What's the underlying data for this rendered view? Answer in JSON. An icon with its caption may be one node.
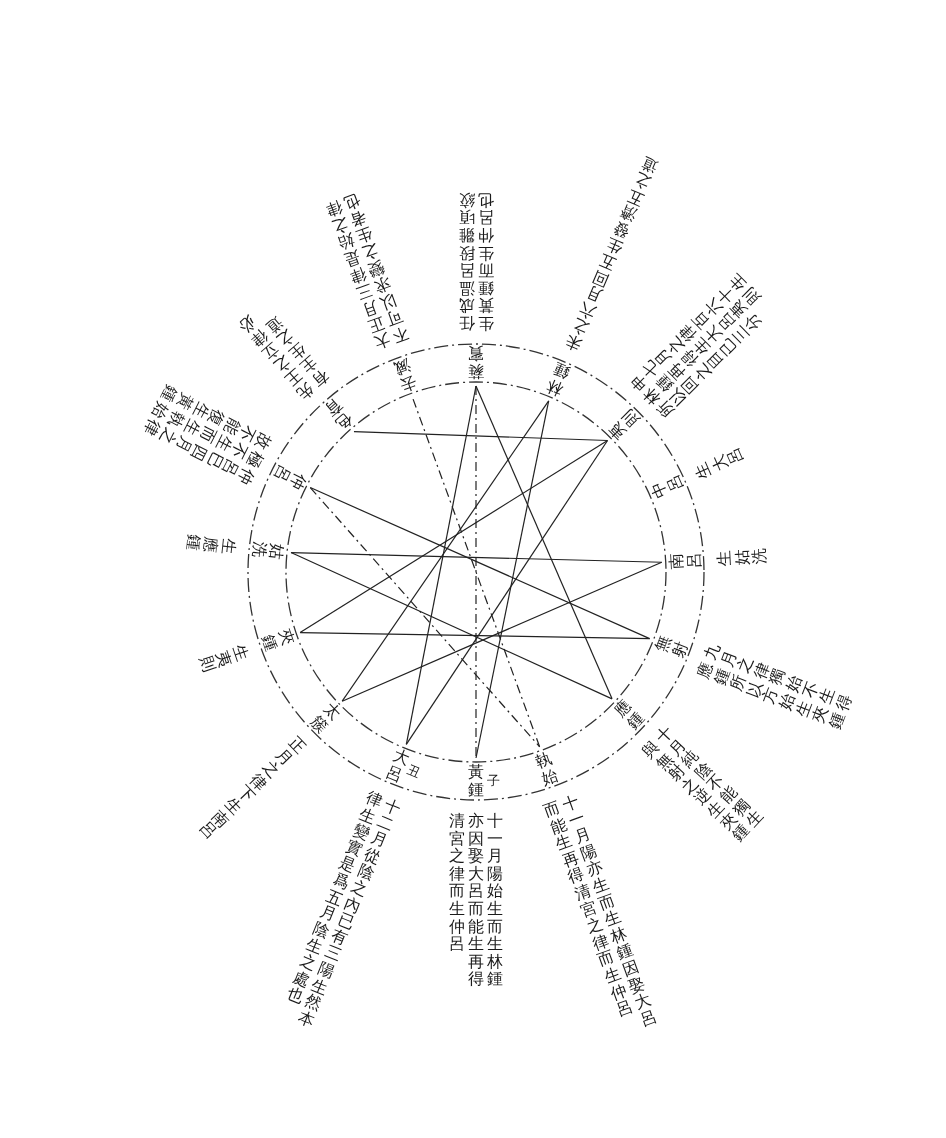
{
  "diagram": {
    "nodes": [
      {
        "text": [
          "蕤賓"
        ],
        "beside": [
          "任成温呂段雛頃絞生黃鍾而生仲呂也"
        ]
      },
      {
        "text": [
          "林鍾"
        ],
        "beside": [
          "未之六月回五生發濟五之道"
        ]
      },
      {
        "text": [
          "夷則"
        ],
        "beside": [
          "申七月之律百六十生林鍾再得生大呂夷則所以回之目已三分"
        ]
      },
      {
        "text": [
          "中呂"
        ],
        "beside": [
          "生大呂"
        ]
      },
      {
        "text": [
          "南呂"
        ],
        "beside": [
          "生姑洗"
        ]
      },
      {
        "text": [
          "無射"
        ],
        "beside": [
          "九月之律獨始不生得應鍾所以方始生夾鍾"
        ]
      },
      {
        "text": [
          "應鍾"
        ],
        "beside": [
          "十月純陰不能獨生與無射之逆生夾鍾"
        ]
      },
      {
        "text": [
          "執始"
        ],
        "beside": [
          "十一月陽亦生而生林鍾因娶大呂而能生再得清宮之律而生仲呂"
        ]
      },
      {
        "text": [
          "黃鍾"
        ],
        "beside": [
          "子",
          "十一月陽始生而生林鍾亦因娶大呂而能生再得清宮之律而生仲呂"
        ]
      },
      {
        "text": [
          "大呂"
        ],
        "beside": [
          "丑",
          "十二月從陰之內已有三陽生然本律生變實是爲五月陰生之處也"
        ]
      },
      {
        "text": [
          "太簇"
        ],
        "beside": [
          "正月之律下生南呂"
        ]
      },
      {
        "text": [
          "夾鍾"
        ],
        "beside": [
          "生夷則"
        ]
      },
      {
        "text": [
          "姑洗"
        ],
        "beside": [
          "生應鍾"
        ]
      },
      {
        "text": [
          "仲呂"
        ],
        "beside": [
          "仲呂巳四月之律極不生而生執始故不能復生黃鍾"
        ]
      },
      {
        "text": [
          "色育"
        ],
        "beside": [
          "先王之立律必有主生之道"
        ]
      },
      {
        "text": [
          "去滅"
        ],
        "beside": [
          "大正月三律是始之律不可以求變之生者也"
        ]
      }
    ],
    "edges": [
      {
        "from": 8,
        "to": 1,
        "arrow": "none"
      },
      {
        "from": 1,
        "to": 10,
        "arrow": "none"
      },
      {
        "from": 10,
        "to": 4,
        "arrow": "none"
      },
      {
        "from": 4,
        "to": 12,
        "arrow": "none"
      },
      {
        "from": 12,
        "to": 6,
        "arrow": "none"
      },
      {
        "from": 6,
        "to": 0,
        "arrow": "none"
      },
      {
        "from": 0,
        "to": 9,
        "arrow": "none"
      },
      {
        "from": 9,
        "to": 2,
        "arrow": "none"
      },
      {
        "from": 2,
        "to": 11,
        "arrow": "none"
      },
      {
        "from": 11,
        "to": 5,
        "arrow": "none"
      },
      {
        "from": 5,
        "to": 13,
        "arrow": "none"
      },
      {
        "from": 13,
        "to": 7,
        "arrow": "none",
        "style": "dashed"
      },
      {
        "from": 0,
        "to": 8,
        "arrow": "none",
        "style": "dashed"
      },
      {
        "from": 7,
        "to": 15,
        "arrow": "none",
        "style": "dashed"
      },
      {
        "from": 14,
        "to": 2,
        "arrow": "none"
      }
    ]
  }
}
